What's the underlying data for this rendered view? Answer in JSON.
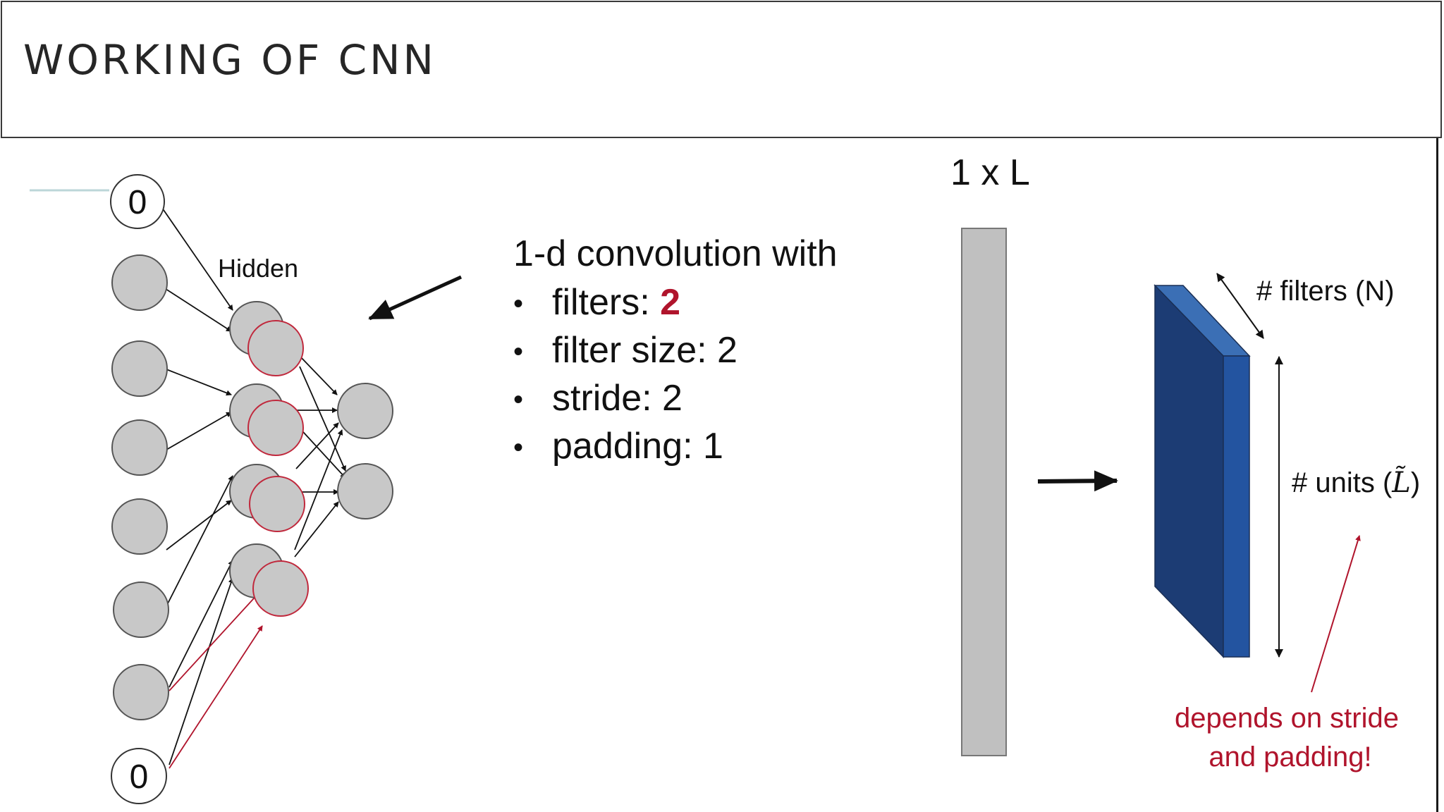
{
  "slide": {
    "title": "WORKING OF CNN"
  },
  "network": {
    "zero_top": "0",
    "zero_bottom": "0",
    "hidden_label": "Hidden"
  },
  "convolution": {
    "heading": "1-d convolution with",
    "bullets": [
      {
        "label": "filters: ",
        "value": "2",
        "highlight": true
      },
      {
        "label": "filter size: 2",
        "value": "",
        "highlight": false
      },
      {
        "label": "stride: 2",
        "value": "",
        "highlight": false
      },
      {
        "label": "padding: 1",
        "value": "",
        "highlight": false
      }
    ],
    "bullet_char": "•"
  },
  "tensor": {
    "input_label": "1 x L",
    "filters_label": "# filters (N)",
    "units_label": "# units (",
    "units_symbol": "L̃",
    "units_close": ")",
    "note_line1": "depends on stride",
    "note_line2": "and padding!"
  },
  "colors": {
    "node_fill": "#c8c8c8",
    "node_stroke": "#555555",
    "filter2_stroke": "#c0283c",
    "highlight_red": "#b0142c",
    "input_bar": "#c0c0c0",
    "block_front": "#1c3c74",
    "block_side": "#2354a0",
    "block_top": "#3b6fb5"
  }
}
